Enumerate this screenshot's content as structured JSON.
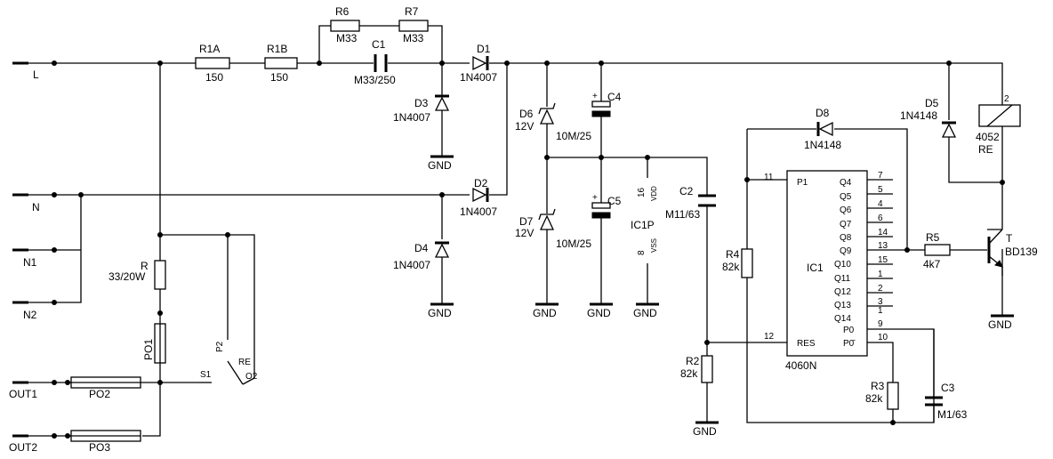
{
  "terminals": {
    "L": "L",
    "N": "N",
    "N1": "N1",
    "N2": "N2",
    "OUT1": "OUT1",
    "OUT2": "OUT2"
  },
  "components": {
    "R1A": {
      "ref": "R1A",
      "value": "150"
    },
    "R1B": {
      "ref": "R1B",
      "value": "150"
    },
    "R6": {
      "ref": "R6",
      "value": "M33"
    },
    "R7": {
      "ref": "R7",
      "value": "M33"
    },
    "C1": {
      "ref": "C1",
      "value": "M33/250"
    },
    "D1": {
      "ref": "D1",
      "value": "1N4007"
    },
    "D2": {
      "ref": "D2",
      "value": "1N4007"
    },
    "D3": {
      "ref": "D3",
      "value": "1N4007"
    },
    "D4": {
      "ref": "D4",
      "value": "1N4007"
    },
    "D5": {
      "ref": "D5",
      "value": "1N4148"
    },
    "D6": {
      "ref": "D6",
      "value": "12V"
    },
    "D7": {
      "ref": "D7",
      "value": "12V"
    },
    "D8": {
      "ref": "D8",
      "value": "1N4148"
    },
    "C2": {
      "ref": "C2",
      "value": "M11/63"
    },
    "C3": {
      "ref": "C3",
      "value": "M1/63"
    },
    "C4": {
      "ref": "C4",
      "value": "10M/25"
    },
    "C5": {
      "ref": "C5",
      "value": "10M/25"
    },
    "R": {
      "ref": "R",
      "value": "33/20W"
    },
    "R2": {
      "ref": "R2",
      "value": "82k"
    },
    "R3": {
      "ref": "R3",
      "value": "82k"
    },
    "R4": {
      "ref": "R4",
      "value": "82k"
    },
    "R5": {
      "ref": "R5",
      "value": "4k7"
    },
    "PO1": {
      "ref": "PO1"
    },
    "PO2": {
      "ref": "PO2"
    },
    "PO3": {
      "ref": "PO3"
    },
    "T": {
      "ref": "T",
      "value": "BD139"
    },
    "RE": {
      "ref": "RE",
      "value": "4052",
      "label": "RE"
    },
    "switch": {
      "p2": "P2",
      "s1": "S1",
      "o2": "O2",
      "re": "RE"
    }
  },
  "ic1": {
    "ref": "IC1",
    "part": "4060N",
    "pins": [
      {
        "name": "P1",
        "num": "11"
      },
      {
        "name": "RES",
        "num": "12"
      },
      {
        "name": "Q4",
        "num": "7"
      },
      {
        "name": "Q5",
        "num": "5"
      },
      {
        "name": "Q6",
        "num": "4"
      },
      {
        "name": "Q7",
        "num": "6"
      },
      {
        "name": "Q8",
        "num": "14"
      },
      {
        "name": "Q9",
        "num": "13"
      },
      {
        "name": "Q10",
        "num": "15"
      },
      {
        "name": "Q11",
        "num": "1"
      },
      {
        "name": "Q12",
        "num": "2"
      },
      {
        "name": "Q13",
        "num": "3"
      },
      {
        "name": "Q14",
        "num": "1"
      },
      {
        "name": "P0",
        "num": "9"
      },
      {
        "name": "P0̄",
        "num": "10"
      }
    ]
  },
  "ic1p": {
    "ref": "IC1P",
    "vdd_label": "VDD",
    "vdd_pin": "16",
    "vss_label": "VSS",
    "vss_pin": "8"
  },
  "gnd_label": "GND"
}
